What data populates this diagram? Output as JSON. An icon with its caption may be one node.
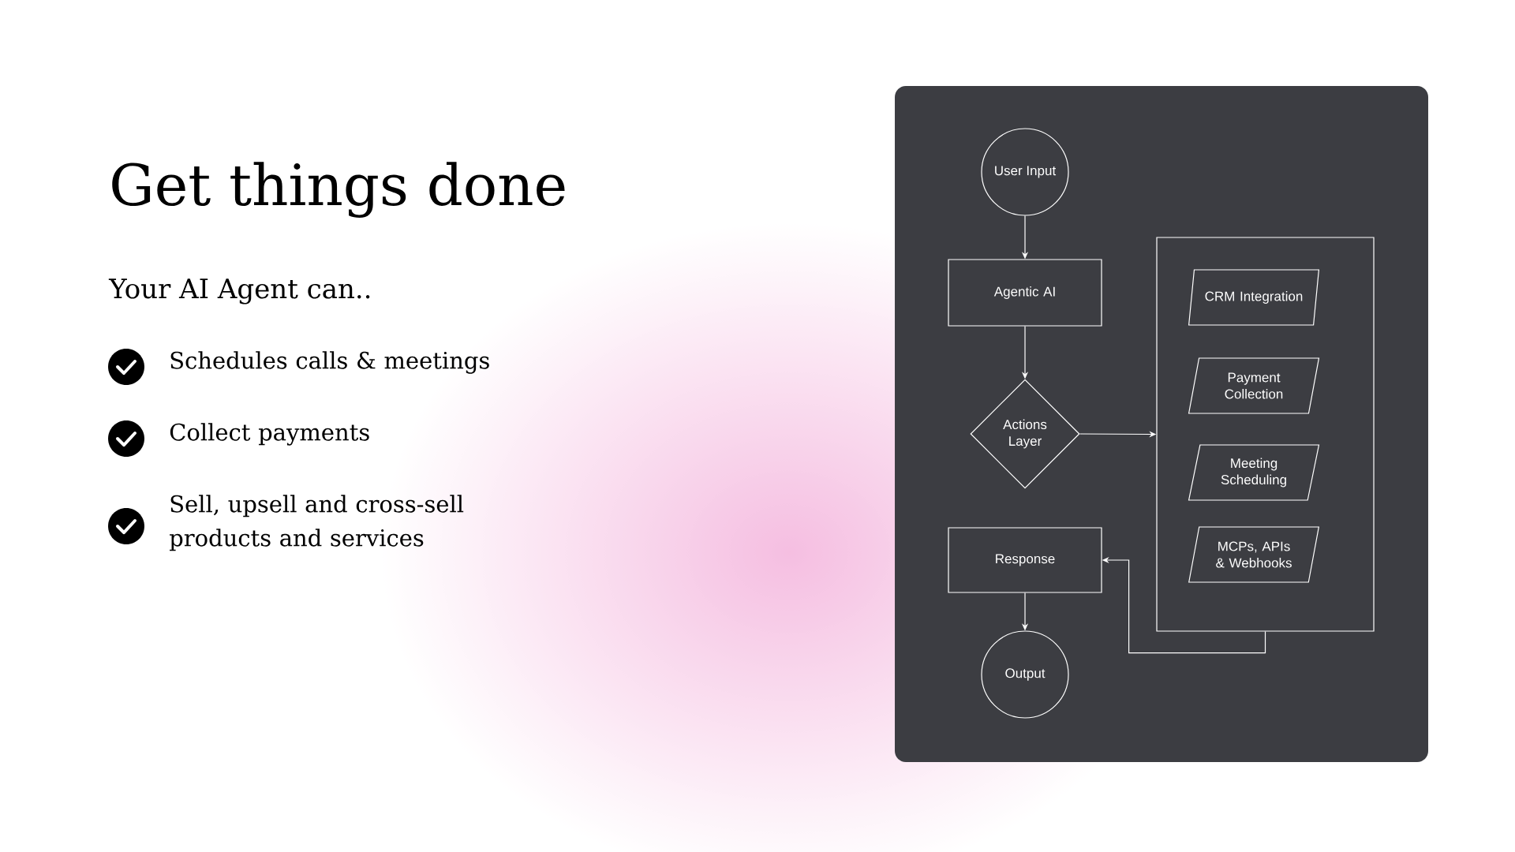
{
  "diagram": {
    "title": "Get things done",
    "nodes": [
      {
        "text": [
          "User Input"
        ]
      },
      {
        "text": [
          "Agentic AI"
        ]
      },
      {
        "text": [
          "Actions Layer"
        ]
      },
      {
        "text": [],
        "shape": "box"
      },
      {
        "text": [
          "CRM Integration"
        ],
        "in": 3
      },
      {
        "text": [
          "Payment Collection"
        ],
        "in": 3
      },
      {
        "text": [
          "Meeting Scheduling"
        ],
        "in": 3
      },
      {
        "text": [
          "MCPs, APIs & Webhooks"
        ],
        "in": 3
      },
      {
        "text": [
          "Response"
        ]
      },
      {
        "text": [
          "Output"
        ]
      }
    ],
    "edges": [
      {
        "from": 0,
        "to": 1,
        "arrow": "to"
      },
      {
        "from": 1,
        "to": 2,
        "arrow": "to"
      },
      {
        "from": 2,
        "to": 3,
        "arrow": "to"
      },
      {
        "from": 3,
        "to": 8,
        "arrow": "to"
      },
      {
        "from": 8,
        "to": 9,
        "arrow": "to"
      }
    ],
    "labels": [
      "Your AI Agent can..",
      "Schedules calls & meetings",
      "Collect payments",
      "Sell, upsell and cross-sell products and services"
    ]
  }
}
